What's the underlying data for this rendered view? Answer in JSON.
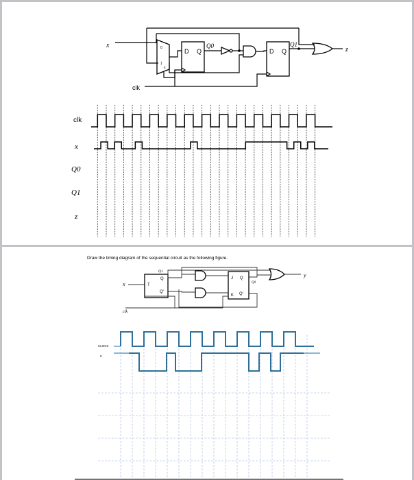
{
  "problem1": {
    "circuit": {
      "input_x": "x",
      "mux_in_0": "0",
      "mux_in_1": "1",
      "mux_select": "s",
      "ff0_d": "D",
      "ff0_q": "Q",
      "ff0_out": "Q0",
      "ff1_d": "D",
      "ff1_q": "Q",
      "ff1_out": "Q1",
      "clock": "clk",
      "output_z": "z"
    },
    "timing": {
      "signals": [
        "clk",
        "x",
        "Q0",
        "Q1",
        "z"
      ],
      "clk_cycles": 13,
      "x_levels": [
        0,
        1,
        0,
        1,
        0,
        0,
        1,
        0,
        0,
        0,
        0,
        0,
        0,
        0,
        1,
        0,
        0,
        0,
        0,
        0,
        0,
        0,
        1,
        1,
        1,
        1,
        1,
        1,
        0,
        1,
        0,
        1,
        0,
        0
      ]
    }
  },
  "problem2": {
    "instruction": "Draw the timing diagram of the sequential circuit as the following figure.",
    "circuit": {
      "input_x": "x",
      "t_label": "T",
      "t_q": "Q",
      "t_qbar": "Q'",
      "t_out": "Q1",
      "jk_j": "J",
      "jk_k": "K",
      "jk_q": "Q",
      "jk_qbar": "Q'",
      "jk_out": "Q0",
      "clock": "clk",
      "output_y": "y"
    },
    "timing": {
      "clock_label": "CLOCK",
      "x_label": "x",
      "clock_cycles": 8
    }
  }
}
